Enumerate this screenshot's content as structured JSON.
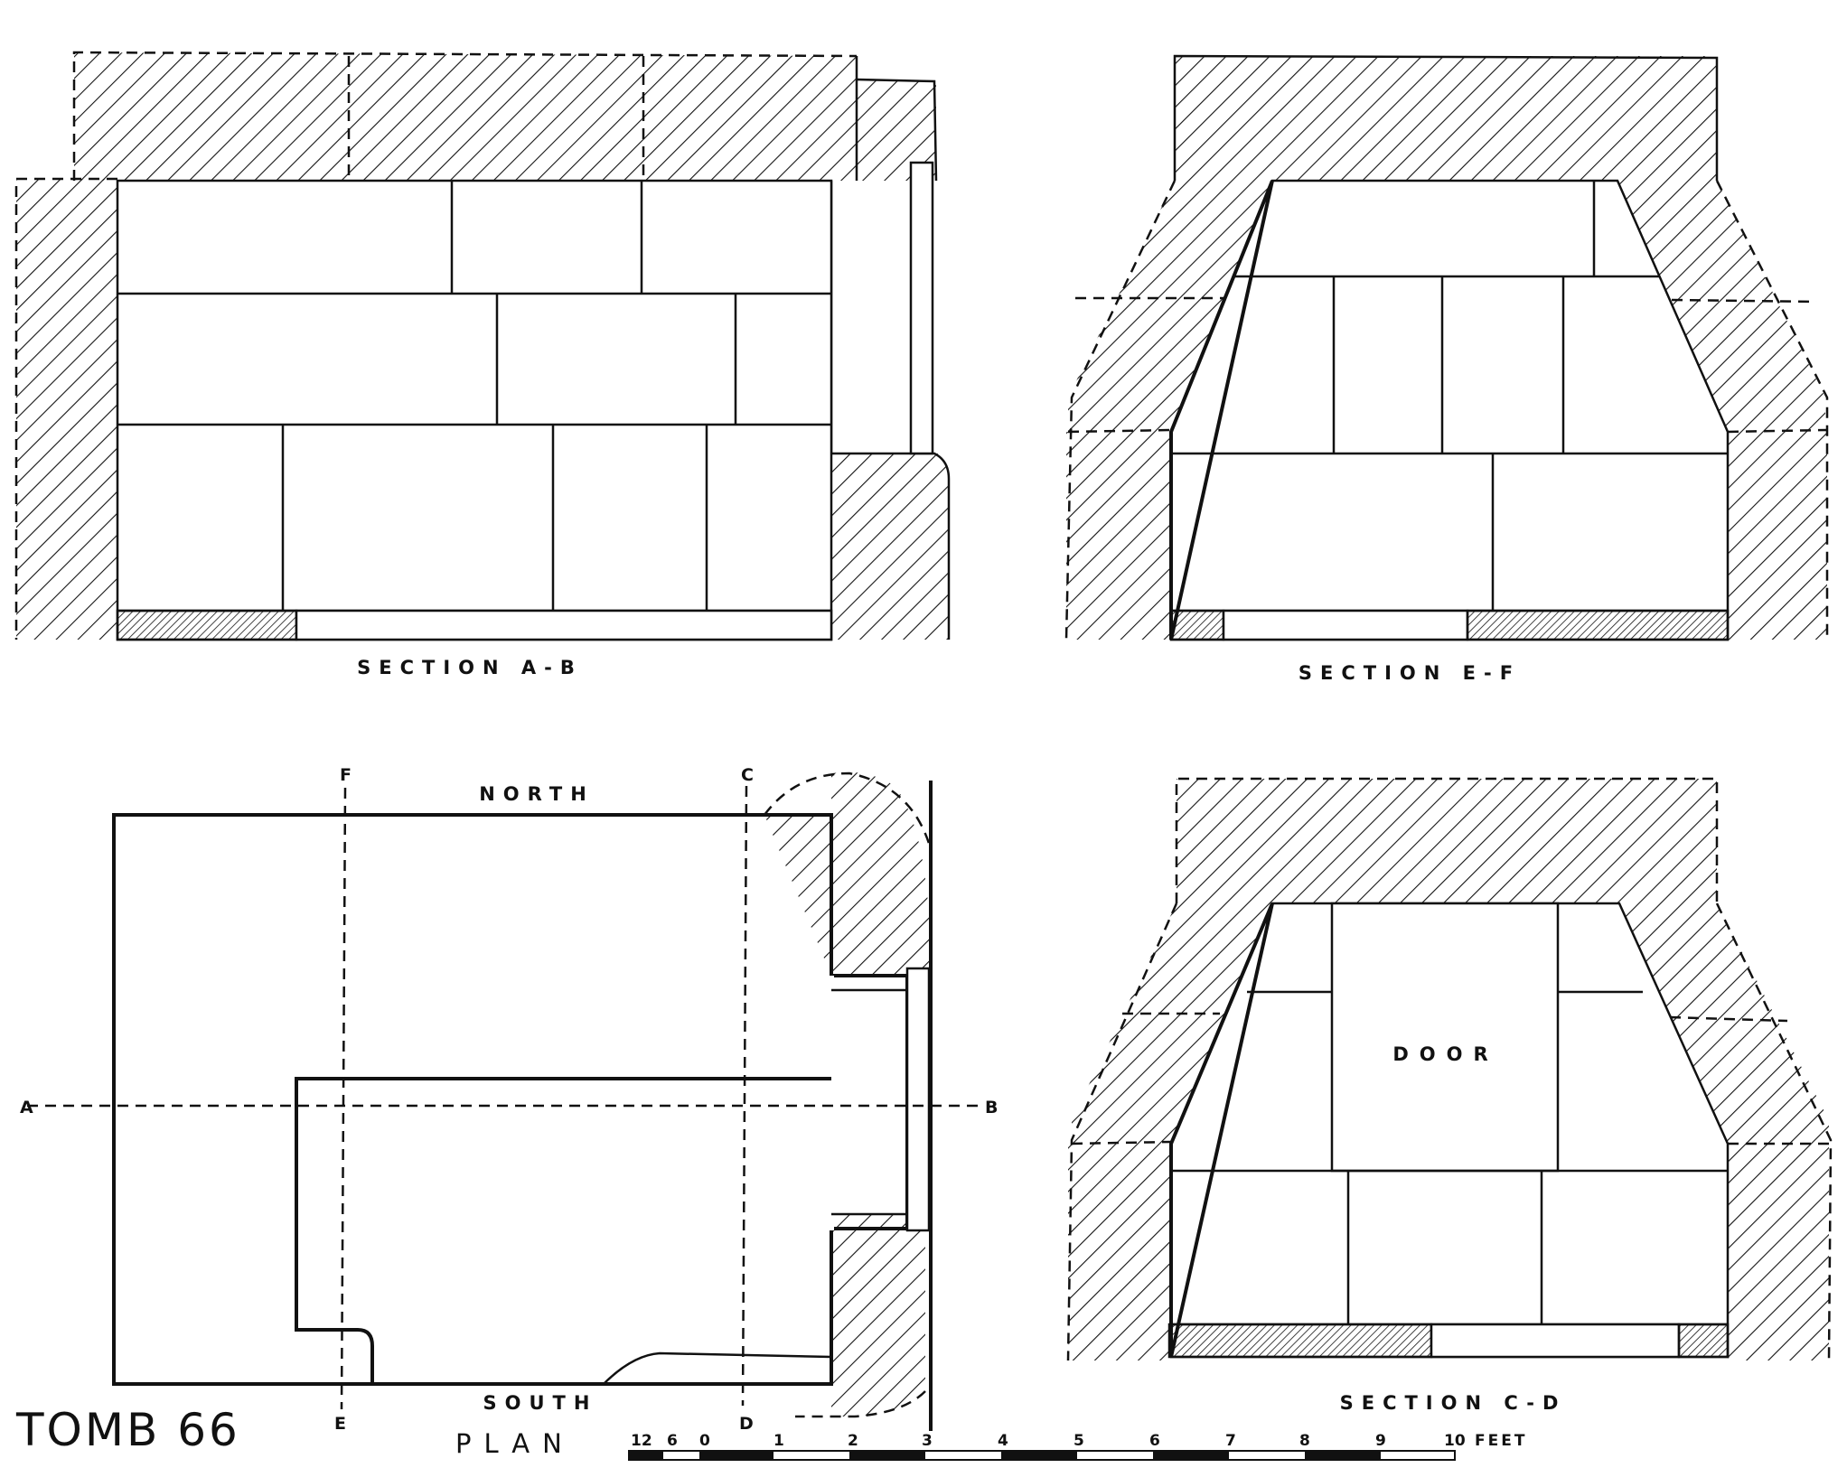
{
  "title": "TOMB 66",
  "plan": {
    "label": "PLAN",
    "north": "NORTH",
    "south": "SOUTH",
    "markers": {
      "a": "A",
      "b": "B",
      "c": "C",
      "d": "D",
      "e": "E",
      "f": "F"
    }
  },
  "sections": {
    "ab": "SECTION A-B",
    "ef": "SECTION E-F",
    "cd": "SECTION C-D",
    "door": "DOOR"
  },
  "scale": {
    "unit": "FEET",
    "labels": [
      "12",
      "6",
      "0",
      "1",
      "2",
      "3",
      "4",
      "5",
      "6",
      "7",
      "8",
      "9",
      "10"
    ]
  }
}
